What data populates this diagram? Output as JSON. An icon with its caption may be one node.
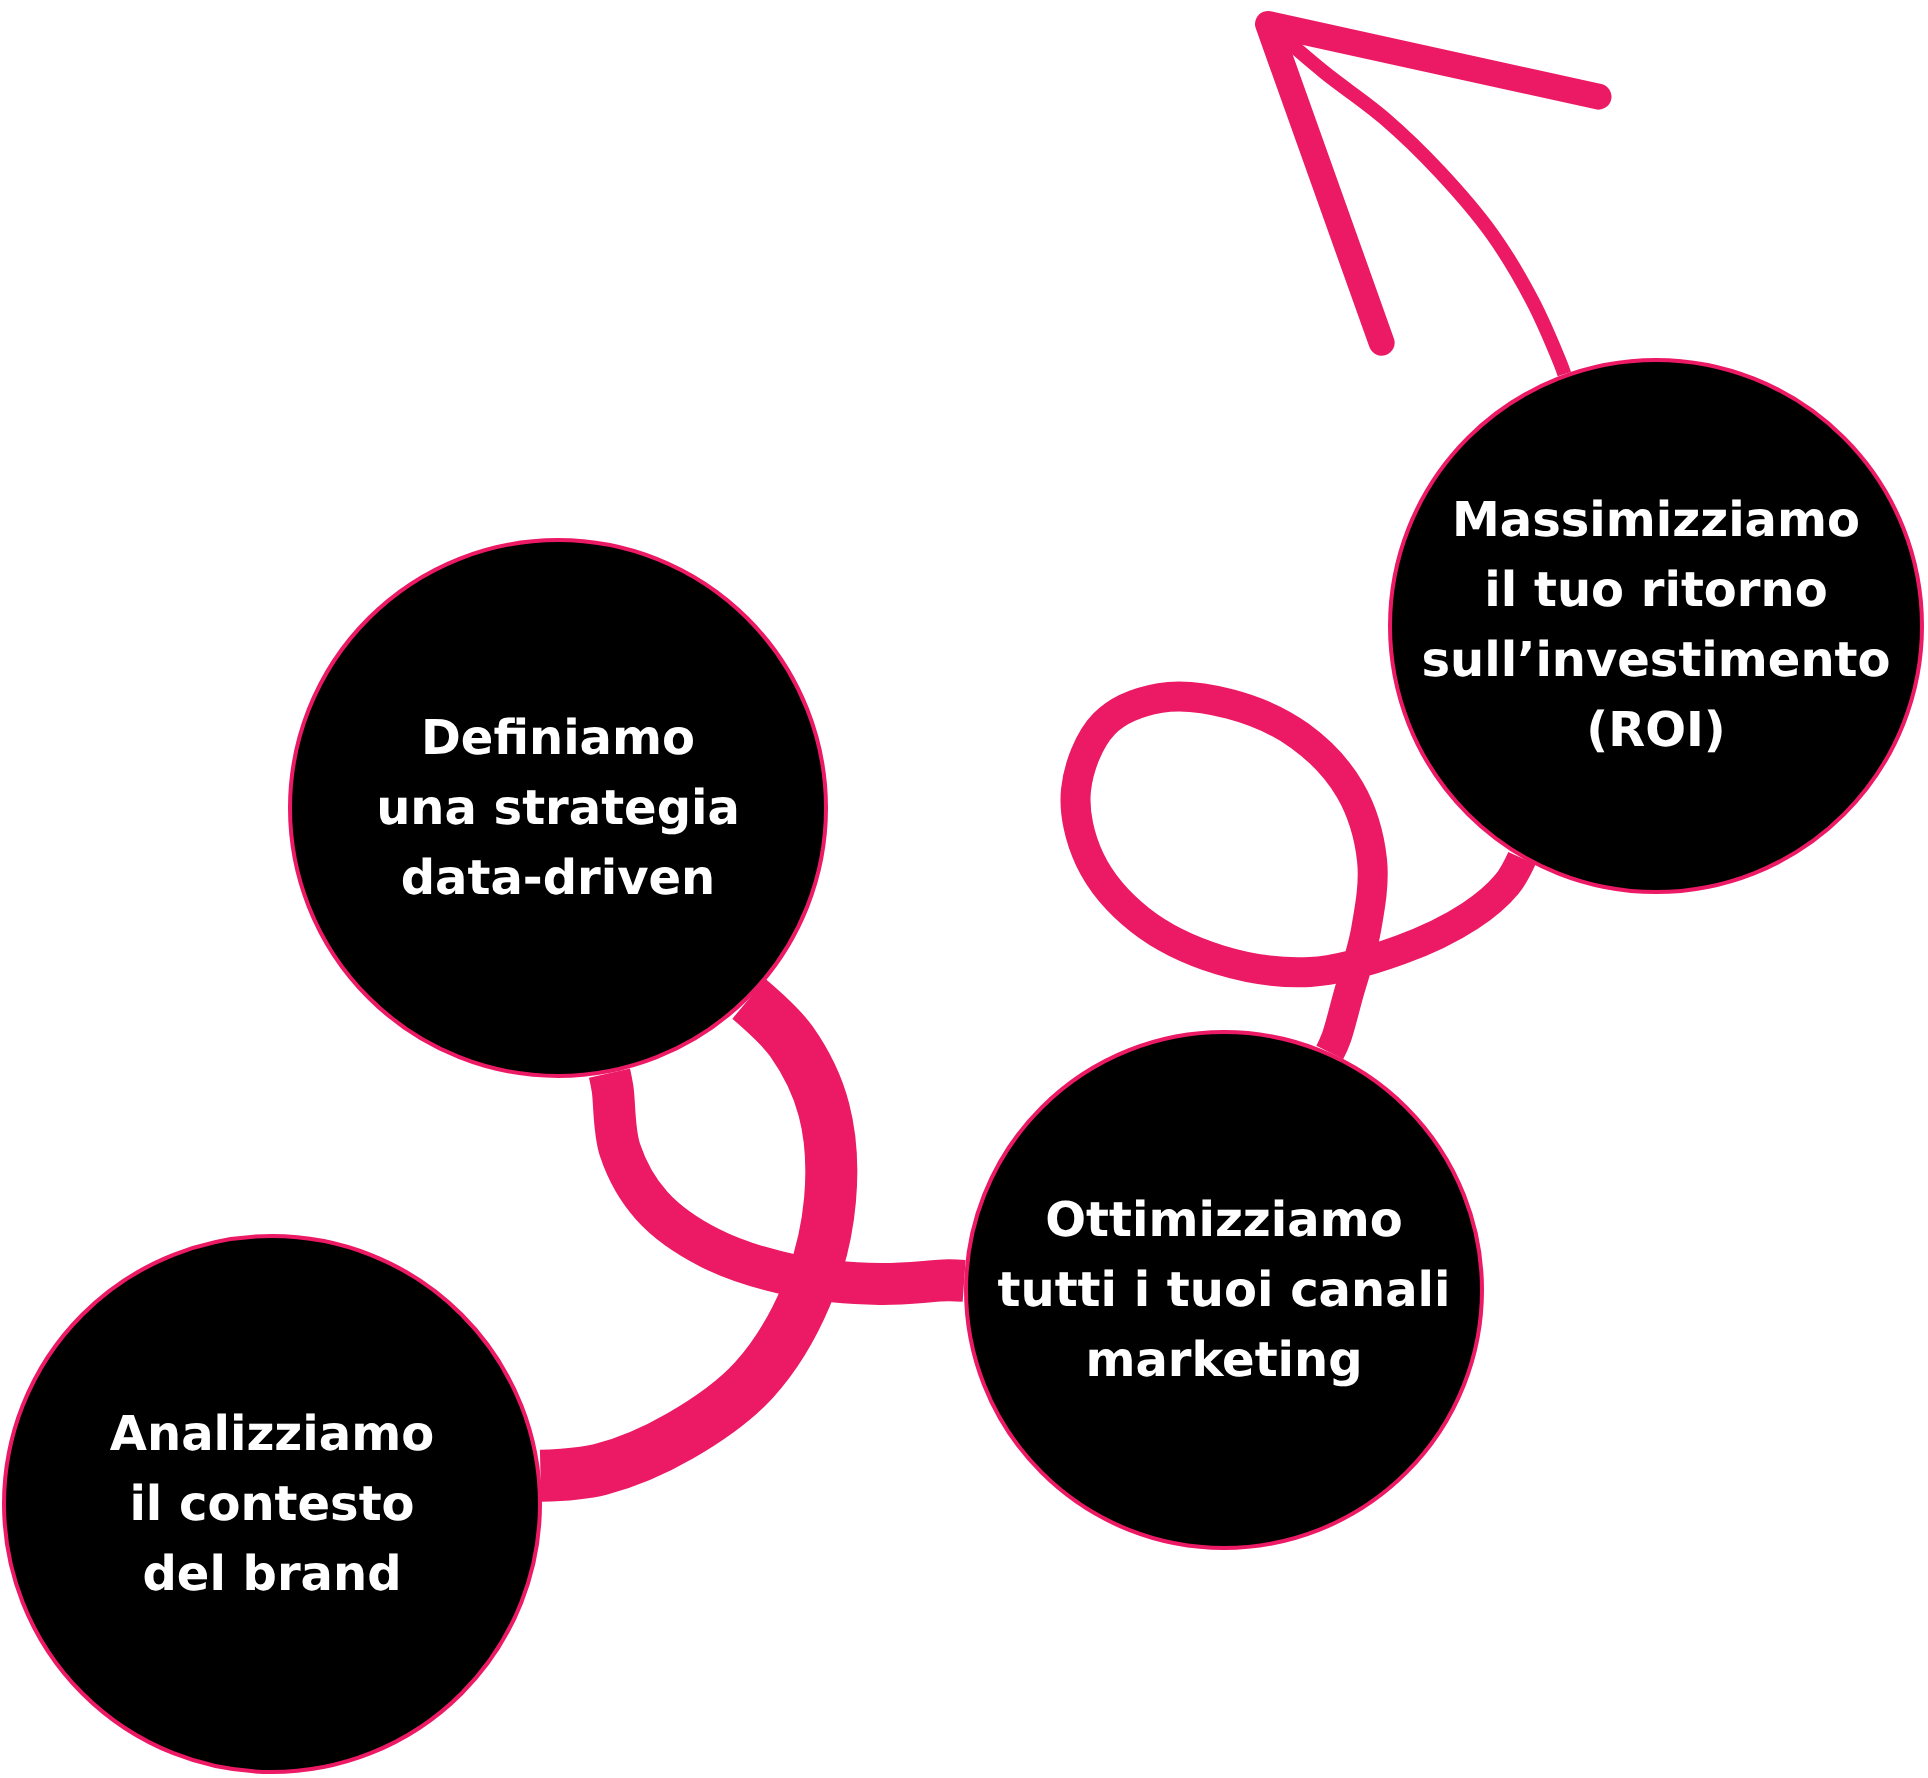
{
  "diagram": {
    "nodes": [
      {
        "text": [
          "Analizziamo il contesto del brand"
        ]
      },
      {
        "text": [
          "Definiamo una strategia data-driven"
        ]
      },
      {
        "text": [
          "Ottimizziamo tutti i tuoi canali marketing"
        ]
      },
      {
        "text": [
          "Massimizziamo il tuo ritorno sull’investimento (ROI)"
        ]
      }
    ],
    "edges": [
      {
        "from": 0,
        "to": 1,
        "arrow": "none"
      },
      {
        "from": 1,
        "to": 2,
        "arrow": "none"
      },
      {
        "from": 2,
        "to": 3,
        "arrow": "none"
      },
      {
        "from": 3,
        "to": null,
        "arrow": "to"
      }
    ]
  }
}
